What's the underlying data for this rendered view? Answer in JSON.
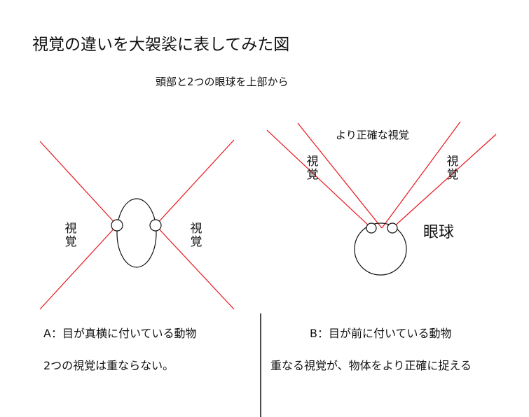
{
  "title": "視覚の違いを大袈裟に表してみた図",
  "subtitle": "頭部と2つの眼球を上部から",
  "panel_a": {
    "left_vision_label": "視覚",
    "right_vision_label": "視覚",
    "caption": "A：目が真横に付いている動物",
    "description": "2つの視覚は重ならない。"
  },
  "panel_b": {
    "accurate_vision_label": "より正確な視覚",
    "left_vision_label": "視覚",
    "right_vision_label": "視覚",
    "eyeball_label": "眼球",
    "caption": "B：目が前に付いている動物",
    "description": "重なる視覚が、物体をより正確に捉える"
  },
  "colors": {
    "vision_line": "#e8141b",
    "outline": "#111111",
    "text": "#111111"
  }
}
